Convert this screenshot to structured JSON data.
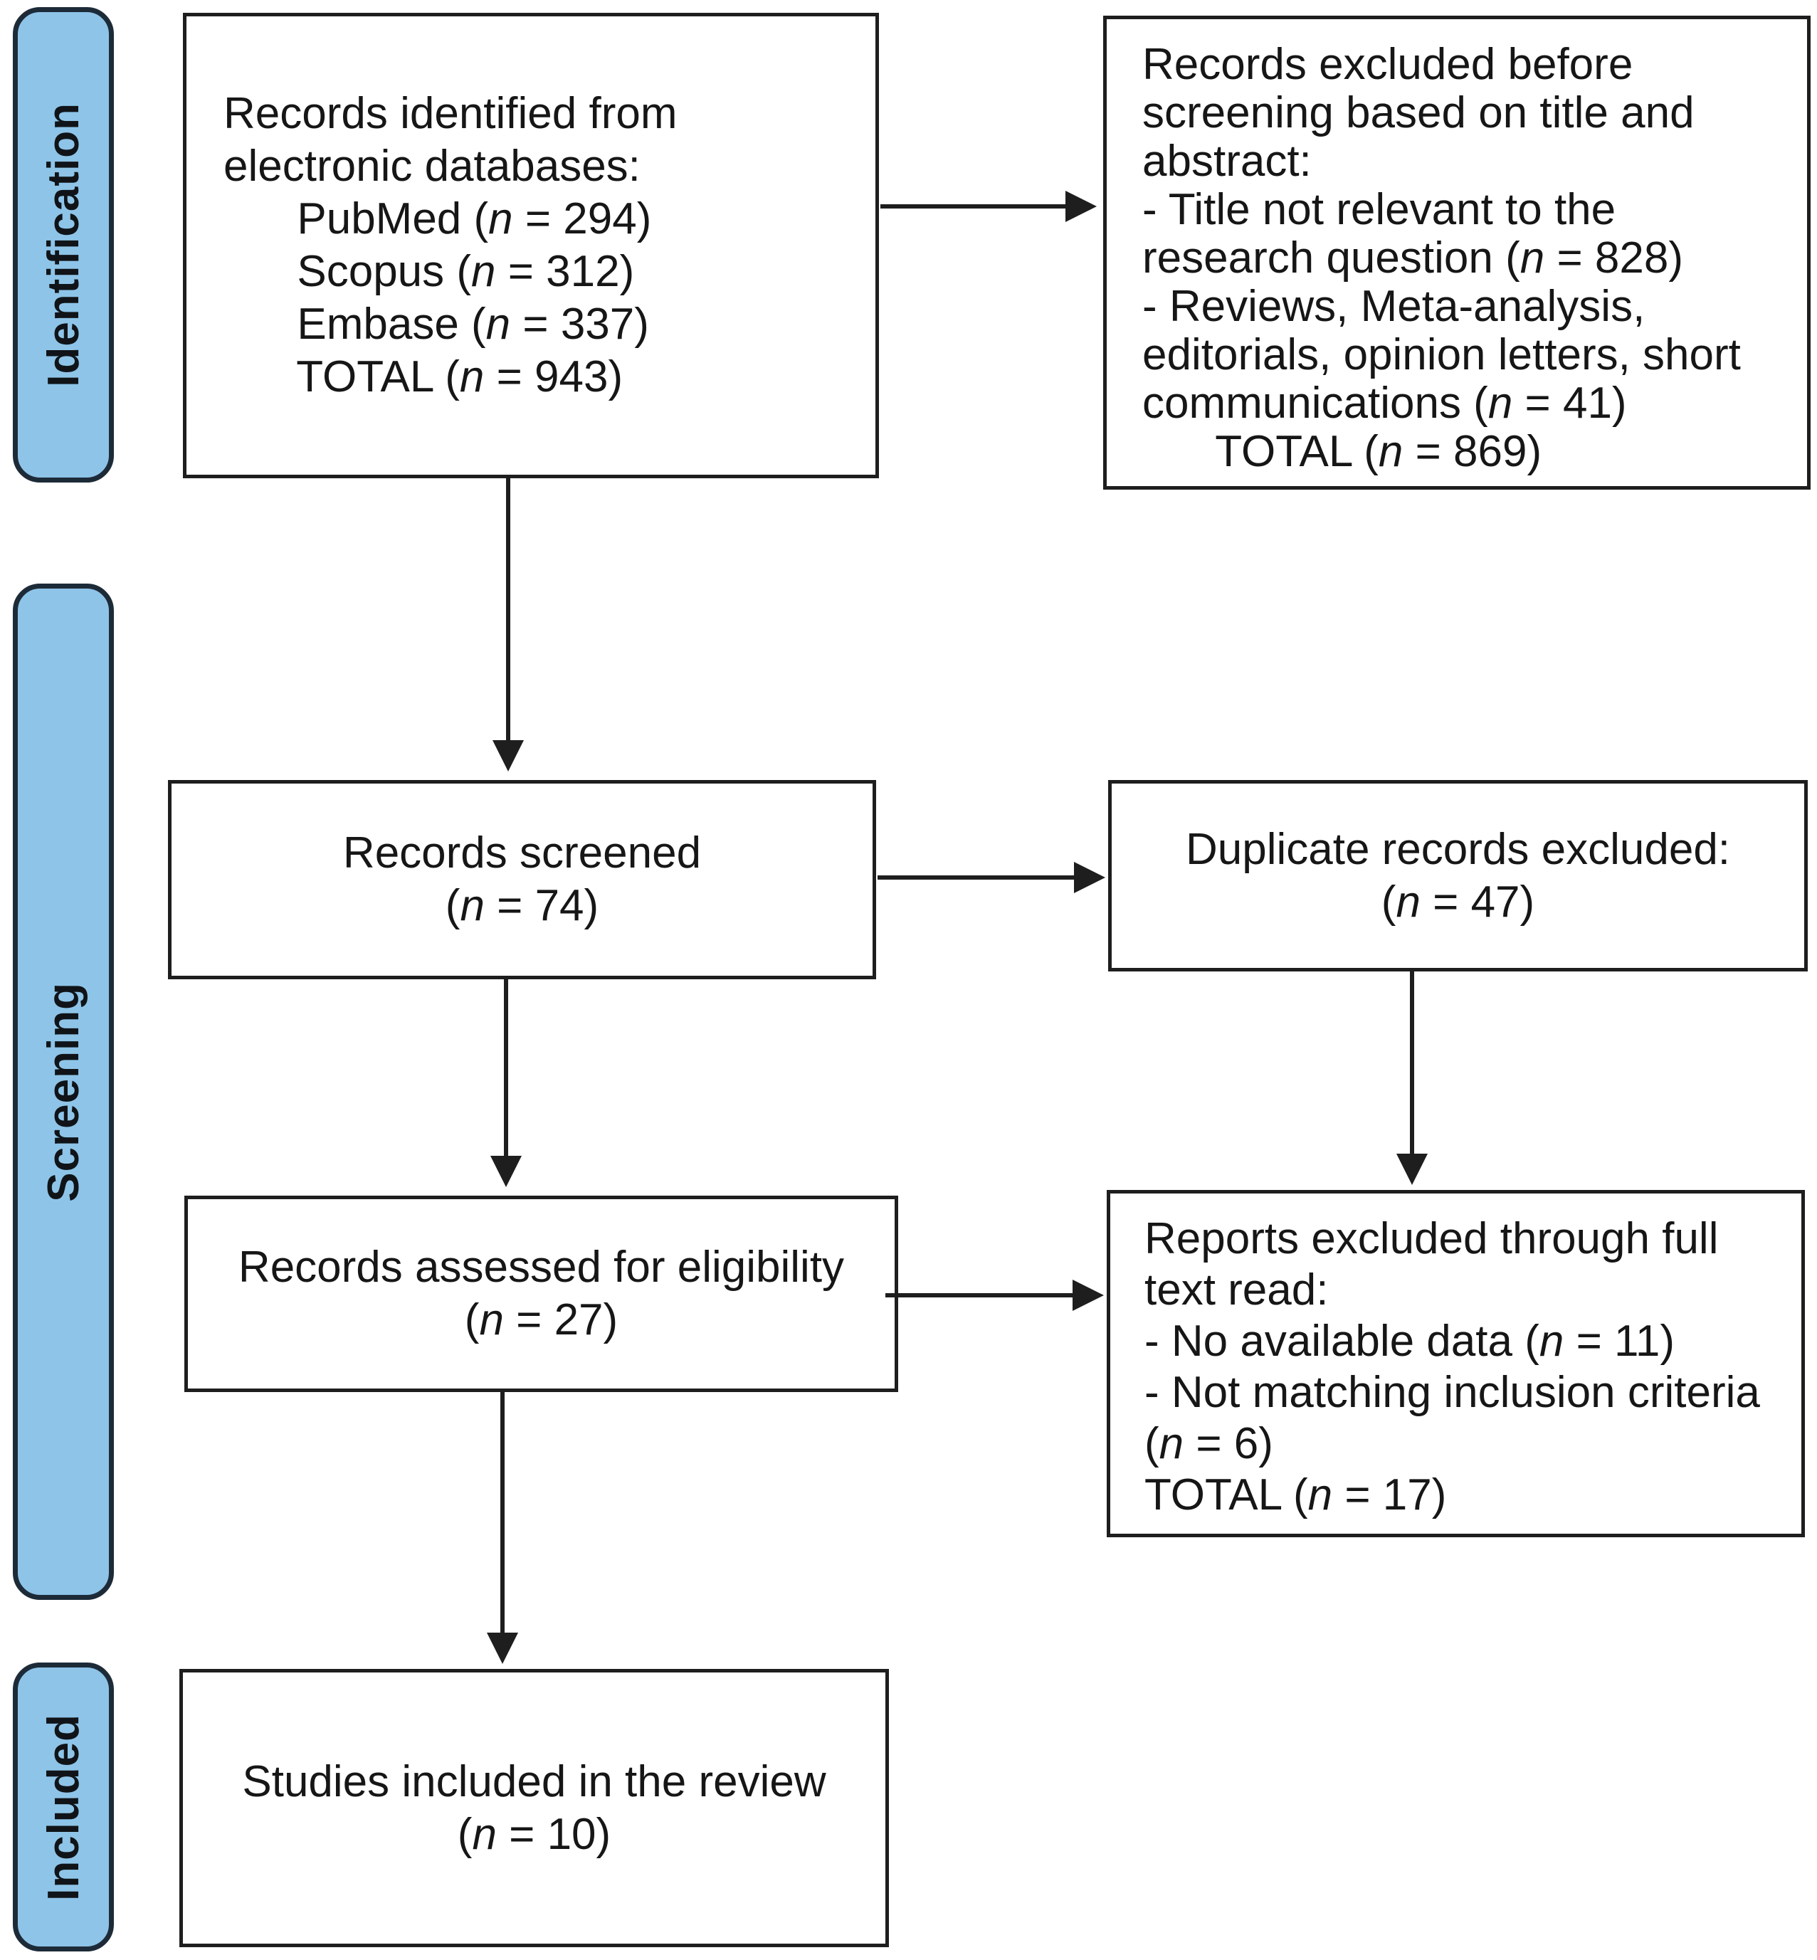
{
  "colors": {
    "stage_tab_fill": "#8EC4E8",
    "stage_tab_border": "#1D2B38",
    "box_border": "#1E1E1E",
    "arrow": "#1E1E1E",
    "text": "#161616",
    "background": "#FFFFFF"
  },
  "stages": [
    {
      "label": "Identification"
    },
    {
      "label": "Screening"
    },
    {
      "label": "Included"
    }
  ],
  "boxes": {
    "records_identified": {
      "lines": [
        "Records identified from",
        "electronic databases:",
        "      PubMed (n = 294)",
        "      Scopus (n = 312)",
        "      Embase (n = 337)",
        "      TOTAL (n = 943)"
      ],
      "counts": {
        "PubMed": 294,
        "Scopus": 312,
        "Embase": 337,
        "total": 943
      }
    },
    "excluded_before_screening": {
      "lines": [
        "Records excluded before",
        "screening based on title and",
        "abstract:",
        "- Title not relevant to the",
        "research question (n = 828)",
        "- Reviews, Meta-analysis,",
        "editorials, opinion letters, short",
        "communications (n = 41)",
        "      TOTAL (n = 869)"
      ],
      "counts": {
        "title_not_relevant": 828,
        "reviews_meta_analysis_editorials_opinion_letters_short_communications": 41,
        "total": 869
      }
    },
    "records_screened": {
      "lines": [
        "Records screened",
        "(n = 74)"
      ],
      "counts": {
        "total": 74
      }
    },
    "duplicates_excluded": {
      "lines": [
        "Duplicate records excluded:",
        "(n = 47)"
      ],
      "counts": {
        "total": 47
      }
    },
    "records_assessed": {
      "lines": [
        "Records assessed for eligibility",
        "(n = 27)"
      ],
      "counts": {
        "total": 27
      }
    },
    "reports_excluded": {
      "lines": [
        "Reports excluded through full",
        "text read:",
        "- No available data (n = 11)",
        "- Not matching inclusion criteria",
        "(n = 6)",
        "TOTAL (n = 17)"
      ],
      "counts": {
        "no_available_data": 11,
        "not_matching_inclusion_criteria": 6,
        "total": 17
      }
    },
    "studies_included": {
      "lines": [
        "Studies included in the review",
        "(n = 10)"
      ],
      "counts": {
        "total": 10
      }
    }
  },
  "arrows": [
    {
      "from": "records_identified",
      "to": "excluded_before_screening",
      "direction": "right"
    },
    {
      "from": "records_identified",
      "to": "records_screened",
      "direction": "down"
    },
    {
      "from": "records_screened",
      "to": "duplicates_excluded",
      "direction": "right"
    },
    {
      "from": "records_screened",
      "to": "records_assessed",
      "direction": "down"
    },
    {
      "from": "duplicates_excluded",
      "to": "reports_excluded",
      "direction": "down"
    },
    {
      "from": "records_assessed",
      "to": "reports_excluded",
      "direction": "right"
    },
    {
      "from": "records_assessed",
      "to": "studies_included",
      "direction": "down"
    }
  ]
}
